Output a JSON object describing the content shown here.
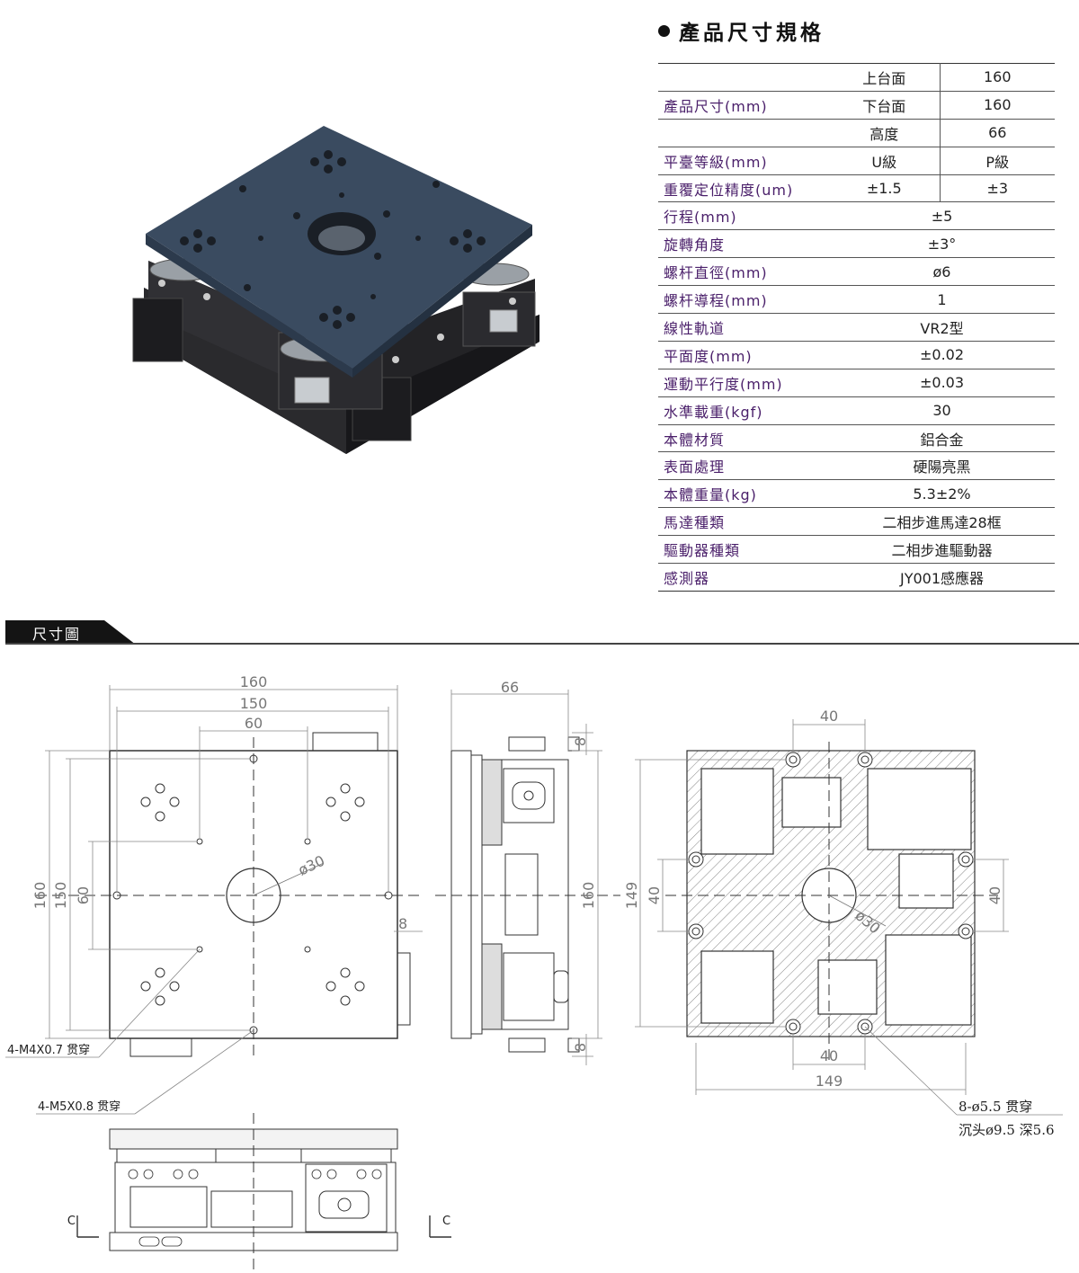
{
  "spec_title": "產品尺寸規格",
  "section_title": "尺寸圖",
  "spec": {
    "size_label": "產品尺寸(mm)",
    "top_label": "上台面",
    "top_value": "160",
    "bottom_label": "下台面",
    "bottom_value": "160",
    "height_label": "高度",
    "height_value": "66",
    "grade_label": "平臺等級(mm)",
    "grade_u": "U級",
    "grade_p": "P級",
    "repeat_label": "重覆定位精度(um)",
    "repeat_u": "±1.5",
    "repeat_p": "±3",
    "rows": [
      {
        "label": "行程(mm)",
        "value": "±5"
      },
      {
        "label": "旋轉角度",
        "value": "±3°"
      },
      {
        "label": "螺杆直徑(mm)",
        "value": "ø6"
      },
      {
        "label": "螺杆導程(mm)",
        "value": "1"
      },
      {
        "label": "線性軌道",
        "value": "VR2型"
      },
      {
        "label": "平面度(mm)",
        "value": "±0.02"
      },
      {
        "label": "運動平行度(mm)",
        "value": "±0.03"
      },
      {
        "label": "水準載重(kgf)",
        "value": "30"
      },
      {
        "label": "本體材質",
        "value": "鋁合金"
      },
      {
        "label": "表面處理",
        "value": "硬陽亮黑"
      },
      {
        "label": "本體重量(kg)",
        "value": "5.3±2%"
      },
      {
        "label": "馬達種類",
        "value": "二相步進馬達28框"
      },
      {
        "label": "驅動器種類",
        "value": "二相步進驅動器"
      },
      {
        "label": "感測器",
        "value": "JY001感應器"
      }
    ]
  },
  "drawing": {
    "top": {
      "d160": "160",
      "d150": "150",
      "d60": "60",
      "hole": "ø30",
      "v160": "160",
      "v150": "150",
      "v60": "60",
      "d8": "8"
    },
    "side": {
      "d66": "66",
      "d8a": "8",
      "d8b": "8",
      "v160": "160"
    },
    "bottom": {
      "d40t": "40",
      "d40b": "40",
      "d149": "149",
      "v149": "149",
      "v40l": "40",
      "v40r": "40",
      "hole": "ø30"
    },
    "notes": {
      "m4": "4-M4X0.7 贯穿",
      "m5": "4-M5X0.8 贯穿",
      "holes1": "8-ø5.5 贯穿",
      "holes2": "沉头ø9.5 深5.6"
    },
    "front": {
      "mark_left": "C",
      "mark_right": "C"
    }
  }
}
